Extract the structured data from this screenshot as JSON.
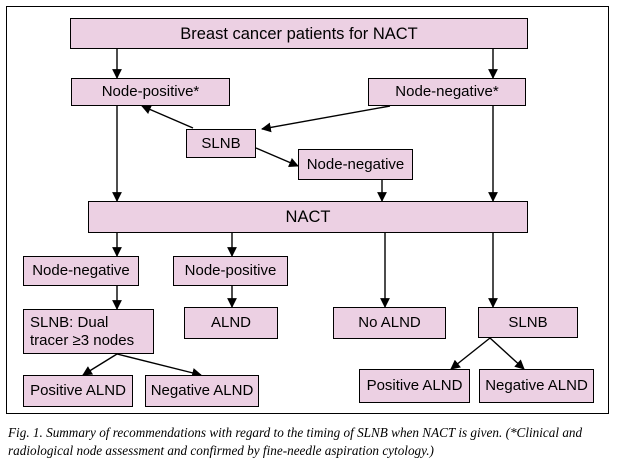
{
  "nodes": {
    "breast_cancer_nact": "Breast cancer patients for NACT",
    "node_positive_initial": "Node-positive*",
    "node_negative_initial": "Node-negative*",
    "slnb_pre": "SLNB",
    "node_negative_after_slnb": "Node-negative",
    "nact": "NACT",
    "node_negative_post": "Node-negative",
    "node_positive_post": "Node-positive",
    "slnb_dual_tracer": "SLNB:  Dual\ntracer  ≥3 nodes",
    "alnd": "ALND",
    "no_alnd": "No  ALND",
    "slnb_post": "SLNB",
    "positive_alnd_left": "Positive ALND",
    "negative_alnd_left": "Negative ALND",
    "positive_alnd_right": "Positive ALND",
    "negative_alnd_right": "Negative ALND"
  },
  "colors": {
    "box_fill": "#ecd0e3",
    "line": "#000000"
  },
  "caption": "Fig. 1. Summary of recommendations with regard to the timing of SLNB when NACT is given. (*Clinical and radiological node assessment and confirmed by fine-needle aspiration cytology.)"
}
